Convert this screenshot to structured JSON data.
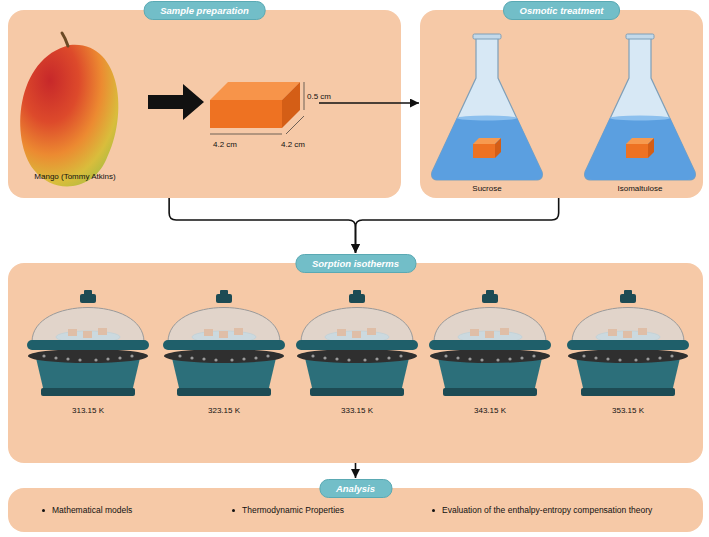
{
  "diagram": {
    "nodes": [
      {
        "text": [
          "Sample preparation"
        ]
      },
      {
        "text": [
          "Osmotic treatment"
        ]
      },
      {
        "text": [
          "Sorption isotherms"
        ]
      },
      {
        "text": [
          "Analysis",
          "Mathematical models",
          "Thermodynamic Properties",
          "Evaluation of the enthalpy-entropy compensation theory"
        ]
      }
    ],
    "edges": [
      {
        "from": 0,
        "to": 1,
        "arrow": "to"
      },
      {
        "from": 0,
        "to": 2,
        "arrow": "to"
      },
      {
        "from": 1,
        "to": 2,
        "arrow": "to"
      },
      {
        "from": 2,
        "to": 3,
        "arrow": "to"
      }
    ],
    "labels": [
      "Mango (Tommy Atkins)",
      "0.5 cm",
      "4.2 cm",
      "4.2 cm",
      "Sucrose",
      "Isomaltulose",
      "313.15 K",
      "323.15 K",
      "333.15 K",
      "343.15 K",
      "353.15 K"
    ]
  }
}
